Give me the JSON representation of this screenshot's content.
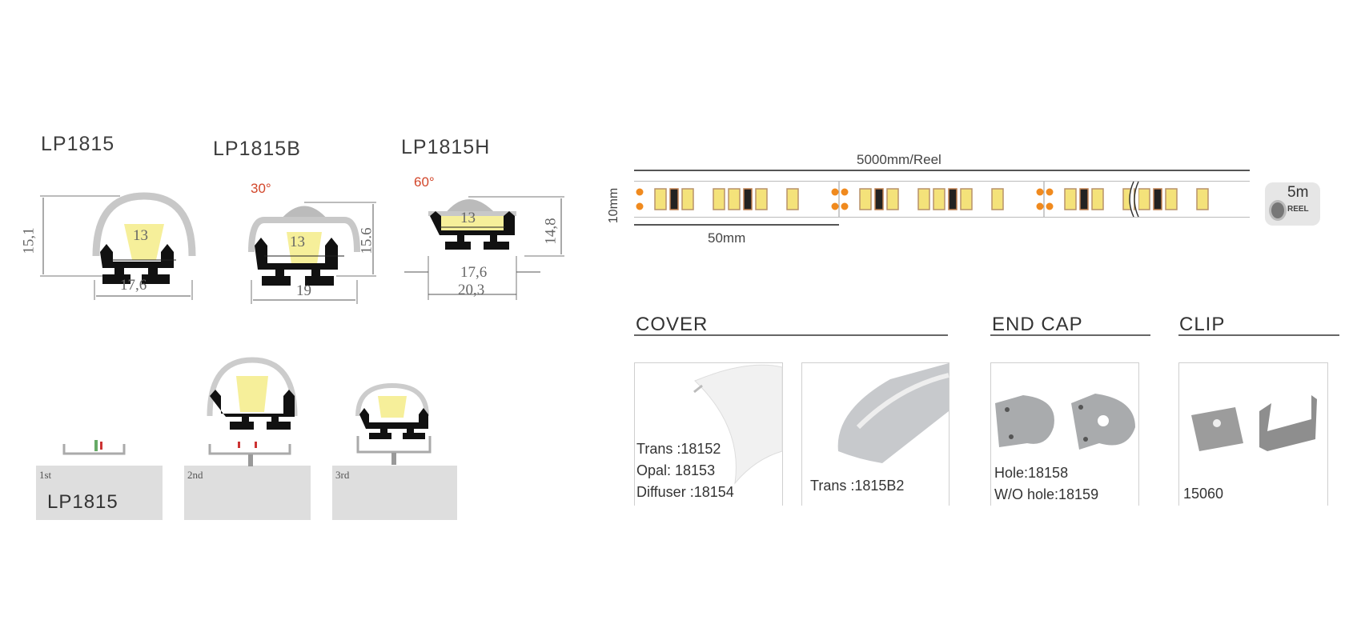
{
  "profiles": [
    {
      "name": "LP1815",
      "angle": "",
      "height": "15,1",
      "inner": "13",
      "width": "17,6",
      "outer": ""
    },
    {
      "name": "LP1815B",
      "angle": "30°",
      "height": "15.6",
      "inner": "13",
      "width": "19",
      "outer": ""
    },
    {
      "name": "LP1815H",
      "angle": "60°",
      "height": "14,8",
      "inner": "13",
      "width": "17,6",
      "outer": "20,3"
    }
  ],
  "installation": {
    "steps": [
      "1st",
      "2nd",
      "3rd"
    ],
    "label": "LP1815"
  },
  "strip": {
    "length_label": "5000mm/Reel",
    "width_label": "10mm",
    "segment_label": "50mm",
    "reel_badge": {
      "value": "5m",
      "unit": "REEL"
    },
    "colors": {
      "led": "#f4e27a",
      "pad": "#f08a1e",
      "resistor": "#222222"
    }
  },
  "accessories": {
    "cover": {
      "heading": "COVER",
      "items": [
        {
          "lines": [
            "Trans :18152",
            "Opal:  18153",
            "Diffuser :18154"
          ]
        },
        {
          "lines": [
            "Trans :1815B2"
          ]
        }
      ]
    },
    "end_cap": {
      "heading": "END CAP",
      "items": [
        {
          "lines": [
            "Hole:18158",
            "W/O hole:18159"
          ]
        }
      ]
    },
    "clip": {
      "heading": "CLIP",
      "items": [
        {
          "lines": [
            "15060"
          ]
        }
      ]
    }
  },
  "colors": {
    "angle_text": "#d2462a",
    "light": "#f6ef9a"
  }
}
